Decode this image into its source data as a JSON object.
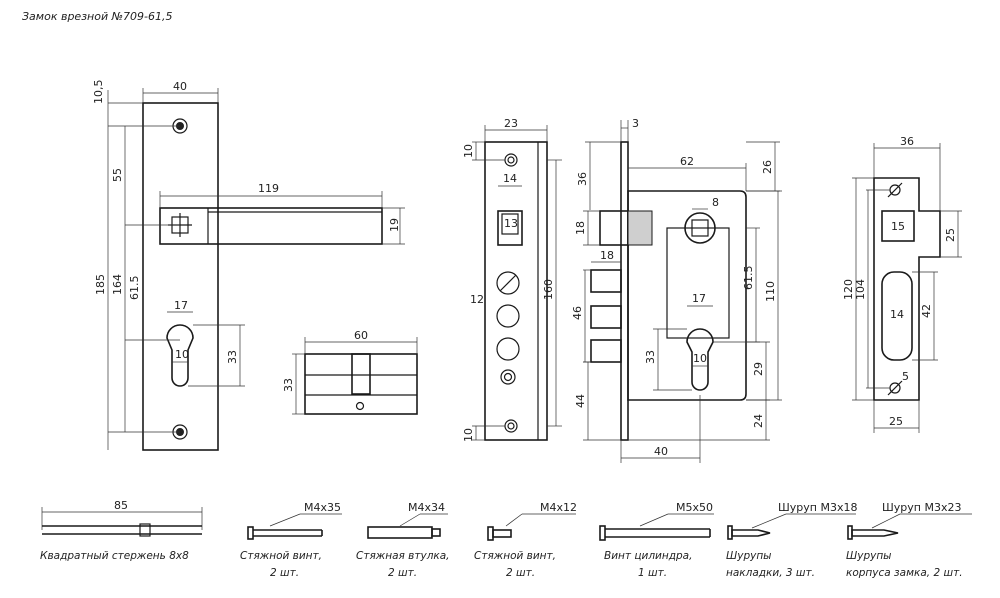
{
  "title": "Замок врезной №709-61,5",
  "views": {
    "handle": {
      "dims": {
        "d10_5": "10,5",
        "d40": "40",
        "d119": "119",
        "d55": "55",
        "d185": "185",
        "d164": "164",
        "d61_5": "61.5",
        "d19": "19",
        "d17": "17",
        "d10": "10",
        "d33": "33"
      }
    },
    "cylinder": {
      "dims": {
        "d60": "60",
        "d33": "33"
      }
    },
    "faceplate": {
      "dims": {
        "d23": "23",
        "d10a": "10",
        "d14": "14",
        "d13": "13",
        "d12": "12",
        "d160": "160",
        "d10b": "10"
      }
    },
    "body": {
      "dims": {
        "d3": "3",
        "d36": "36",
        "d62": "62",
        "d26": "26",
        "d8": "8",
        "d18a": "18",
        "d18b": "18",
        "d61_5": "61.5",
        "d110": "110",
        "d46": "46",
        "d17": "17",
        "d33": "33",
        "d10": "10",
        "d29": "29",
        "d44": "44",
        "d24": "24",
        "d40": "40"
      }
    },
    "strike": {
      "dims": {
        "d36": "36",
        "d15": "15",
        "d25a": "25",
        "d120": "120",
        "d104": "104",
        "d14": "14",
        "d42": "42",
        "d5": "5",
        "d25b": "25"
      }
    }
  },
  "parts": [
    {
      "spec": "85",
      "label_line1": "Квадратный стержень 8x8",
      "label_line2": ""
    },
    {
      "spec": "M4x35",
      "label_line1": "Стяжной винт,",
      "label_line2": "2 шт."
    },
    {
      "spec": "M4x34",
      "label_line1": "Стяжная втулка,",
      "label_line2": "2 шт."
    },
    {
      "spec": "M4x12",
      "label_line1": "Стяжной винт,",
      "label_line2": "2 шт."
    },
    {
      "spec": "M5x50",
      "label_line1": "Винт цилиндра,",
      "label_line2": "1 шт."
    },
    {
      "spec": "Шуруп M3x18",
      "label_line1": "Шурупы",
      "label_line2": "накладки, 3 шт."
    },
    {
      "spec": "Шуруп M3x23",
      "label_line1": "Шурупы",
      "label_line2": "корпуса замка, 2 шт."
    }
  ]
}
